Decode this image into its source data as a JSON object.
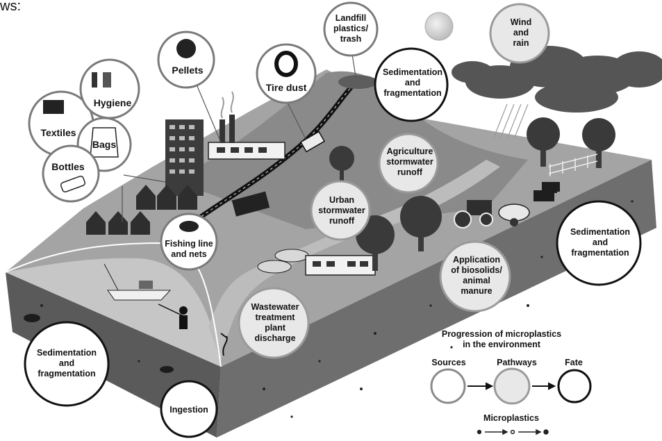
{
  "caption_top": "ws:",
  "sources": {
    "textiles": "Textiles",
    "hygiene": "Hygiene",
    "bags": "Bags",
    "bottles": "Bottles",
    "pellets": "Pellets",
    "tire_dust": "Tire dust",
    "landfill": [
      "Landfill",
      "plastics/",
      "trash"
    ],
    "fishing": [
      "Fishing line",
      "and nets"
    ]
  },
  "pathways": {
    "wind_rain": [
      "Wind",
      "and",
      "rain"
    ],
    "agri_runoff": [
      "Agriculture",
      "stormwater",
      "runoff"
    ],
    "urban_runoff": [
      "Urban",
      "stormwater",
      "runoff"
    ],
    "wastewater": [
      "Wastewater",
      "treatment",
      "plant",
      "discharge"
    ],
    "biosolids": [
      "Application",
      "of biosolids/",
      "animal",
      "manure"
    ]
  },
  "fates": {
    "sed_top": [
      "Sedimentation",
      "and",
      "fragmentation"
    ],
    "sed_right": [
      "Sedimentation",
      "and",
      "fragmentation"
    ],
    "sed_left": [
      "Sedimentation",
      "and",
      "fragmentation"
    ],
    "ingestion": "Ingestion"
  },
  "legend": {
    "title": [
      "Progression of microplastics",
      "in the environment"
    ],
    "sources": "Sources",
    "pathways": "Pathways",
    "fate": "Fate",
    "microplastics": "Microplastics"
  },
  "colors": {
    "land": "#a8a8a8",
    "hill": "#8e8e8e",
    "water": "#c4c4c4",
    "soil": "#666666",
    "soil_dark": "#4f4f4f",
    "source_border": "#777777",
    "pathway_fill": "#e6e6e6",
    "fate_border": "#111111"
  }
}
